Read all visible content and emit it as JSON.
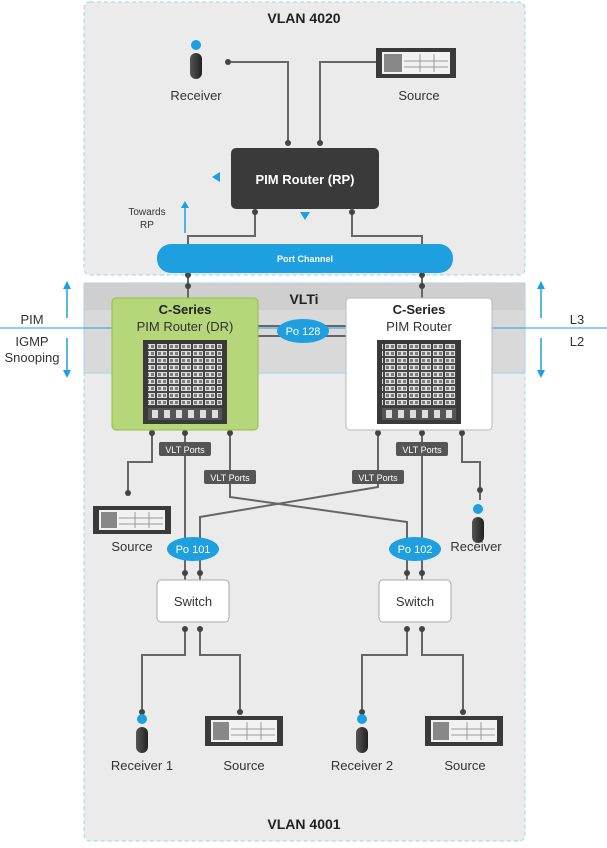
{
  "vlans": {
    "top": "VLAN 4020",
    "bottom": "VLAN 4001",
    "vlti": "VLTi"
  },
  "top": {
    "receiver_label": "Receiver",
    "source_label": "Source",
    "rp_label": "PIM Router (RP)",
    "towards_rp_line1": "Towards",
    "towards_rp_line2": "RP",
    "port_channel": "Port Channel"
  },
  "left_router": {
    "series": "C-Series",
    "name": "PIM Router (DR)"
  },
  "right_router": {
    "series": "C-Series",
    "name": "PIM Router"
  },
  "po128": "Po 128",
  "side_labels": {
    "pim": "PIM",
    "igmp_line1": "IGMP",
    "igmp_line2": "Snooping",
    "l3": "L3",
    "l2": "L2"
  },
  "vlt_ports": [
    "VLT Ports",
    "VLT Ports",
    "VLT Ports",
    "VLT Ports"
  ],
  "middle": {
    "left_source": "Source",
    "right_receiver": "Receiver",
    "po101": "Po 101",
    "po102": "Po 102"
  },
  "switches": {
    "left": "Switch",
    "right": "Switch"
  },
  "bottom": {
    "receiver1": "Receiver 1",
    "source_left": "Source",
    "receiver2": "Receiver 2",
    "source_right": "Source"
  },
  "colors": {
    "accent_blue": "#1ea0e0",
    "dr_green": "#b5d77a",
    "router_dark": "#3a3a3a",
    "zone_gray": "#ebebeb"
  }
}
